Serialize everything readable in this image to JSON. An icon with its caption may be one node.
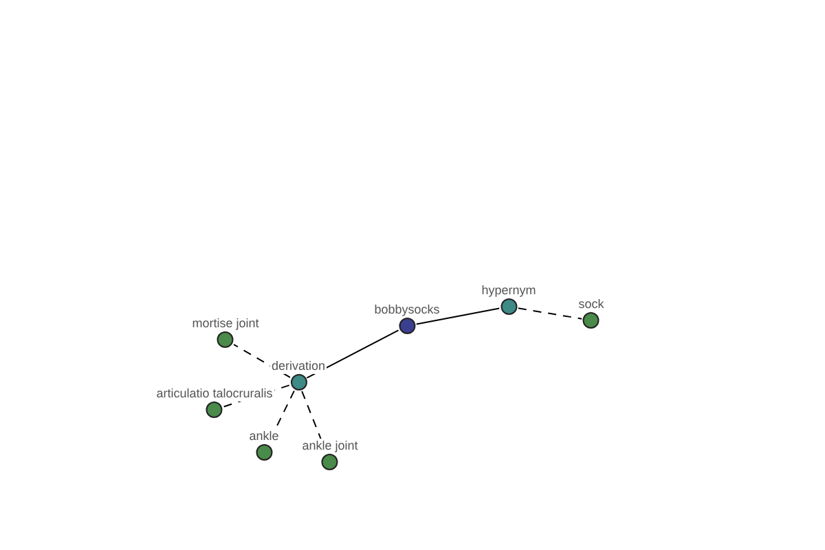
{
  "diagram": {
    "nodes": [
      {
        "text": [
          "mortise joint"
        ]
      },
      {
        "text": [
          "derivation"
        ]
      },
      {
        "text": [
          "articulatio talocruralis"
        ]
      },
      {
        "text": [
          "ankle"
        ]
      },
      {
        "text": [
          "ankle joint"
        ]
      },
      {
        "text": [
          "bobbysocks"
        ]
      },
      {
        "text": [
          "hypernym"
        ]
      },
      {
        "text": [
          "sock"
        ]
      }
    ],
    "edges": [
      {
        "from": 5,
        "to": 1,
        "arrow": "none"
      },
      {
        "from": 5,
        "to": 6,
        "arrow": "none"
      },
      {
        "from": 6,
        "to": 7,
        "arrow": "none",
        "style": "dashed"
      },
      {
        "from": 1,
        "to": 0,
        "arrow": "none",
        "style": "dashed"
      },
      {
        "from": 1,
        "to": 2,
        "arrow": "none",
        "style": "dashed"
      },
      {
        "from": 1,
        "to": 3,
        "arrow": "none",
        "style": "dashed"
      },
      {
        "from": 1,
        "to": 4,
        "arrow": "none",
        "style": "dashed"
      }
    ]
  }
}
